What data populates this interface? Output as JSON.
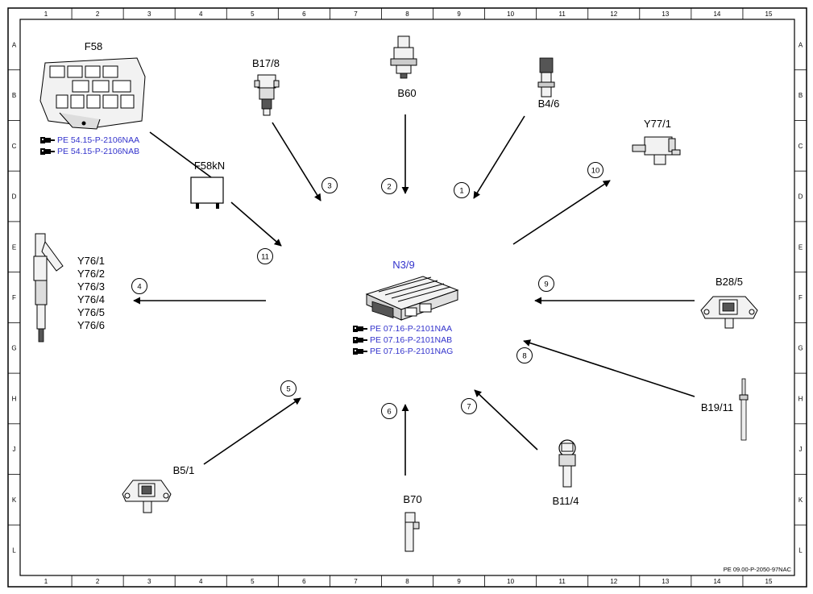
{
  "grid": {
    "columns": [
      "1",
      "2",
      "3",
      "4",
      "5",
      "6",
      "7",
      "8",
      "9",
      "10",
      "11",
      "12",
      "13",
      "14",
      "15"
    ],
    "rows": [
      "A",
      "B",
      "C",
      "D",
      "E",
      "F",
      "G",
      "H",
      "J",
      "K",
      "L"
    ]
  },
  "center": {
    "label": "N3/9",
    "refs": [
      "PE 07.16-P-2101NAA",
      "PE 07.16-P-2101NAB",
      "PE 07.16-P-2101NAG"
    ]
  },
  "components": {
    "f58": {
      "label": "F58",
      "refs": [
        "PE 54.15-P-2106NAA",
        "PE 54.15-P-2106NAB"
      ]
    },
    "f58kn": {
      "label": "F58kN"
    },
    "b17_8": {
      "label": "B17/8"
    },
    "b60": {
      "label": "B60"
    },
    "b4_6": {
      "label": "B4/6"
    },
    "y77_1": {
      "label": "Y77/1"
    },
    "y76": {
      "labels": [
        "Y76/1",
        "Y76/2",
        "Y76/3",
        "Y76/4",
        "Y76/5",
        "Y76/6"
      ]
    },
    "b28_5": {
      "label": "B28/5"
    },
    "b19_11": {
      "label": "B19/11"
    },
    "b5_1": {
      "label": "B5/1"
    },
    "b70": {
      "label": "B70"
    },
    "b11_4": {
      "label": "B11/4"
    }
  },
  "arrow_numbers": [
    "1",
    "2",
    "3",
    "4",
    "5",
    "6",
    "7",
    "8",
    "9",
    "10",
    "11"
  ],
  "footer": {
    "code": "PE 09.00-P-2050-97NAC"
  },
  "colors": {
    "link_blue": "#3333cc",
    "line": "#000000"
  }
}
